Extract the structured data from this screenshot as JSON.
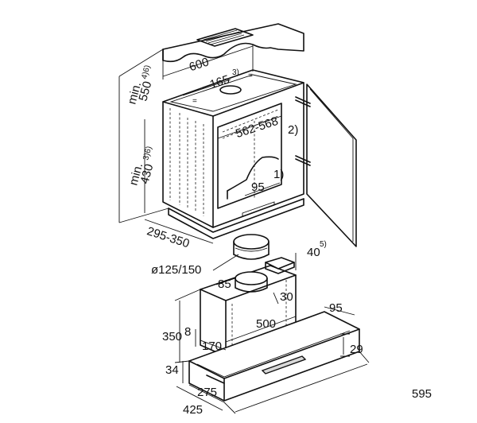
{
  "dimensions": {
    "cabinet_width": "600",
    "cabinet_min_height": "min.",
    "cabinet_min_height_value": "550",
    "cabinet_min_height_note": "4)6)",
    "cutout_offset": "165",
    "cutout_offset_note": "3)",
    "inner_width": "562-568",
    "note_2": "2)",
    "note_1": "1)",
    "inner_depth": "95",
    "lower_min_label": "min.",
    "lower_min_value": "430",
    "lower_min_note": "3)6)",
    "depth_range": "295-350",
    "duct_diameter": "ø125/150",
    "collar_height": "40",
    "collar_note": "5)",
    "duct_offset": "85",
    "duct_depth": "30",
    "hood_depth_front": "95",
    "body_height": "350",
    "small_offset": "8",
    "body_depth": "170",
    "body_width": "500",
    "front_height": "29",
    "base_height": "34",
    "base_depth": "275",
    "total_width": "595",
    "total_depth": "425"
  }
}
